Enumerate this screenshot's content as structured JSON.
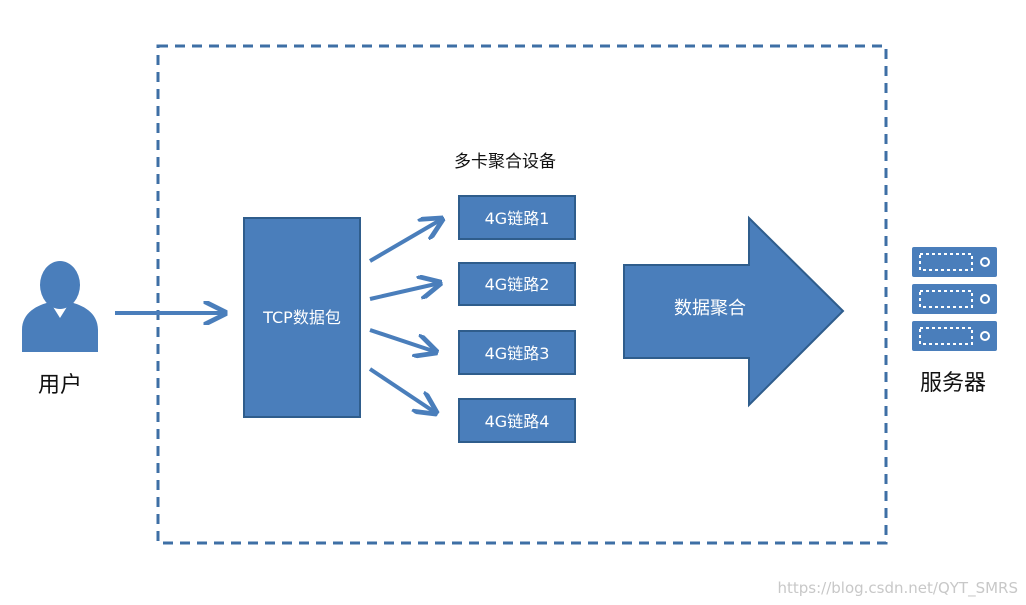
{
  "user": {
    "label": "用户",
    "icon": "user-icon"
  },
  "device_label": "多卡聚合设备",
  "tcp_packet": {
    "label": "TCP数据包"
  },
  "links": [
    {
      "label": "4G链路1"
    },
    {
      "label": "4G链路2"
    },
    {
      "label": "4G链路3"
    },
    {
      "label": "4G链路4"
    }
  ],
  "aggregation": {
    "label": "数据聚合"
  },
  "server": {
    "label": "服务器",
    "icon": "server-icon"
  },
  "watermark": "https://blog.csdn.net/QYT_SMRS",
  "colors": {
    "box_fill": "#4a7ebb",
    "box_stroke": "#2f5d8c",
    "arrow": "#4a7ebb",
    "dashed_border": "#3e6fa5"
  }
}
